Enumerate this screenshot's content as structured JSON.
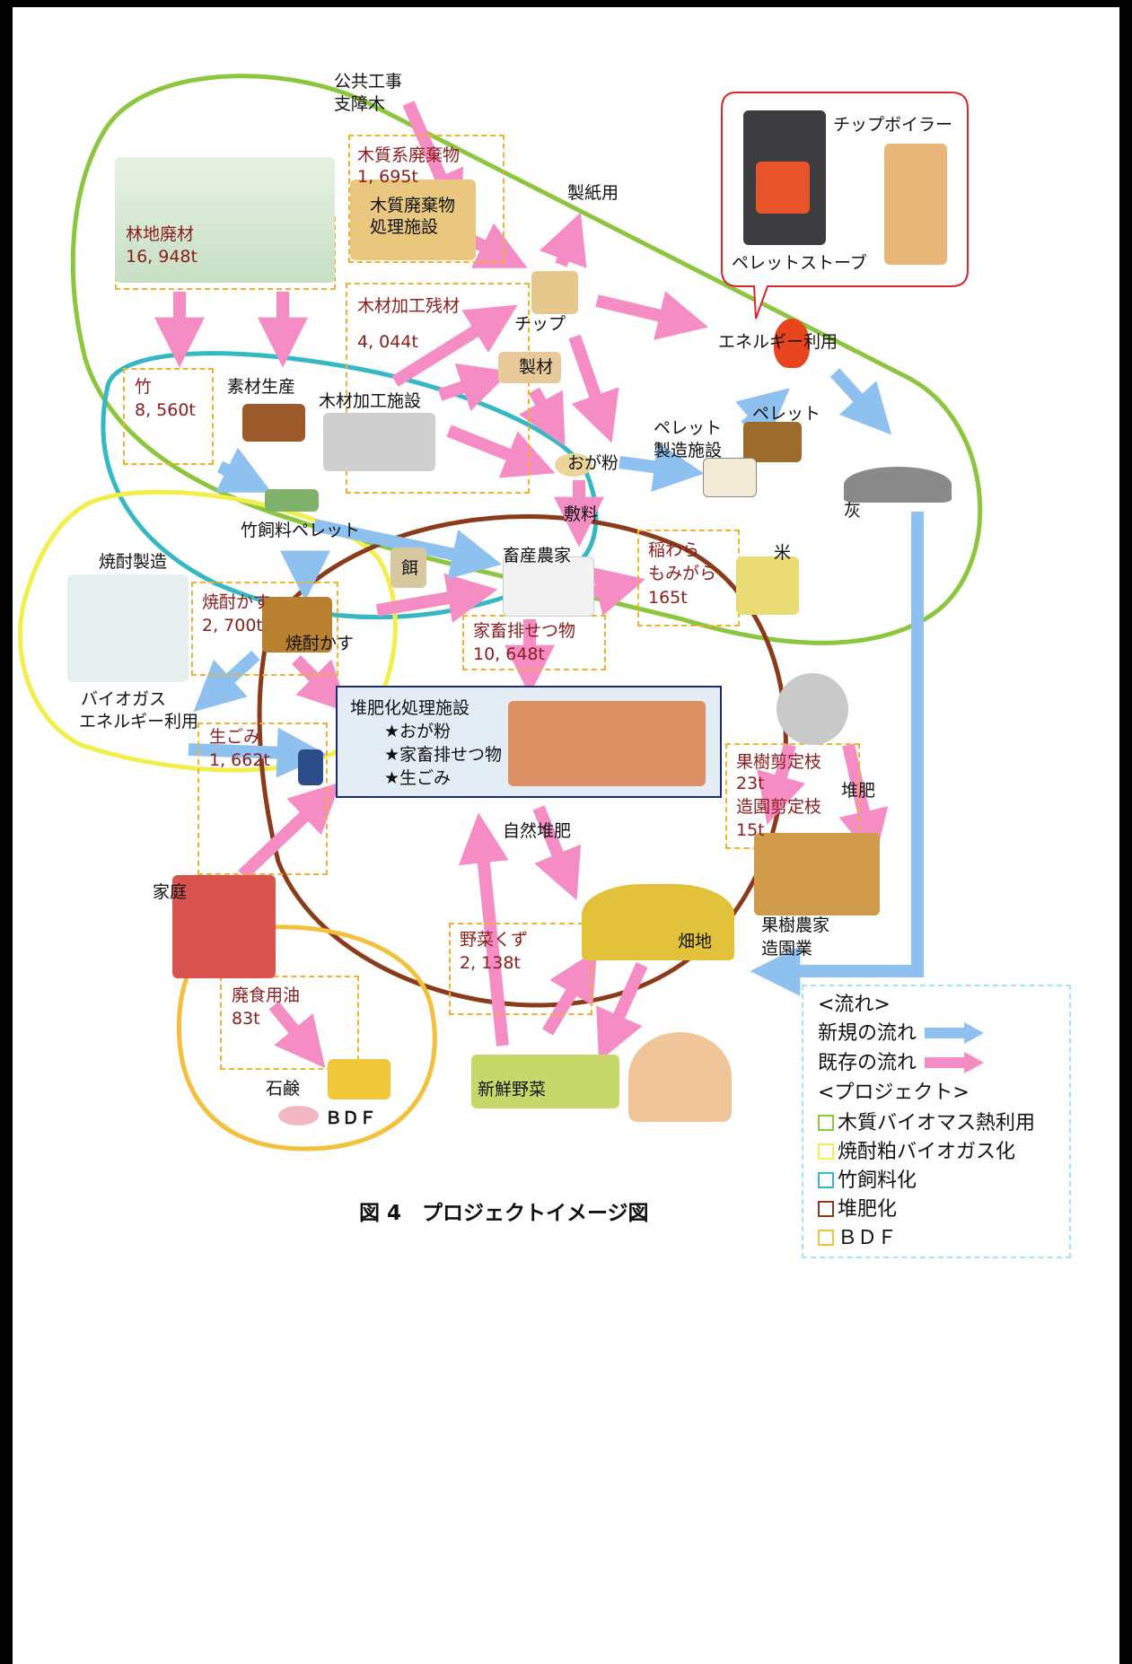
{
  "labels": {
    "public_works": "公共工事",
    "obstruction_wood": "支障木",
    "wood_waste": "木質系廃棄物",
    "wood_waste_amount": "1, 695t",
    "wood_waste_facility_1": "木質廃棄物",
    "wood_waste_facility_2": "処理施設",
    "forest_residue": "林地廃材",
    "forest_residue_amount": "16, 948t",
    "paper": "製紙用",
    "chip_boiler": "チップボイラー",
    "pellet_stove": "ペレットストーブ",
    "processing_residue": "木材加工残材",
    "processing_residue_amount": "4, 044t",
    "chip": "チップ",
    "energy_use": "エネルギー利用",
    "lumber": "製材",
    "bamboo": "竹",
    "bamboo_amount": "8, 560t",
    "log_production": "素材生産",
    "wood_processing_facility": "木材加工施設",
    "pellet": "ペレット",
    "pellet_facility_1": "ペレット",
    "pellet_facility_2": "製造施設",
    "sawdust": "おが粉",
    "ash": "灰",
    "bedding": "敷料",
    "bamboo_feed_pellet": "竹飼料ペレット",
    "shochu_production": "焼酎製造",
    "feed": "餌",
    "livestock_farm": "畜産農家",
    "rice_straw": "稲わら",
    "rice_husk": "もみがら",
    "straw_amount": "165t",
    "rice": "米",
    "shochu_lees_label": "焼酎かす",
    "shochu_lees_amount": "2, 700t",
    "shochu_lees_pic": "焼酎かす",
    "manure": "家畜排せつ物",
    "manure_amount": "10, 648t",
    "biogas_1": "バイオガス",
    "biogas_2": "エネルギー利用",
    "compost_facility": "堆肥化処理施設",
    "compost_item_1": "★おが粉",
    "compost_item_2": "★家畜排せつ物",
    "compost_item_3": "★生ごみ",
    "fruit_pruning": "果樹剪定枝",
    "fruit_pruning_amount": "23t",
    "garden_pruning": "造園剪定枝",
    "garden_pruning_amount": "15t",
    "compost": "堆肥",
    "food_waste": "生ごみ",
    "food_waste_amount": "1, 662t",
    "natural_compost": "自然堆肥",
    "household": "家庭",
    "field": "畑地",
    "fruit_farmer_1": "果樹農家",
    "fruit_farmer_2": "造園業",
    "veg_scraps": "野菜くず",
    "veg_scraps_amount": "2, 138t",
    "used_oil": "廃食用油",
    "used_oil_amount": "83t",
    "soap": "石鹸",
    "bdf": "ＢＤＦ",
    "fresh_veg": "新鮮野菜"
  },
  "legend": {
    "flow_header": "<流れ>",
    "new_flow": "新規の流れ",
    "existing_flow": "既存の流れ",
    "project_header": "<プロジェクト>",
    "projects": [
      "木質バイオマス熱利用",
      "焼酎粕バイオガス化",
      "竹飼料化",
      "堆肥化",
      "ＢＤＦ"
    ]
  },
  "caption": "図 4　プロジェクトイメージ図",
  "colors": {
    "new_flow": "#8fc1f0",
    "existing_flow": "#f58cc4",
    "wood_biomass": "#8cc63f",
    "shochu_biogas": "#f2ee4a",
    "bamboo_feed": "#33b8c4",
    "compost": "#8b3a1a",
    "bdf": "#f3c03c",
    "box_border": "#f0b030",
    "amount_text": "#8b1d1d"
  }
}
